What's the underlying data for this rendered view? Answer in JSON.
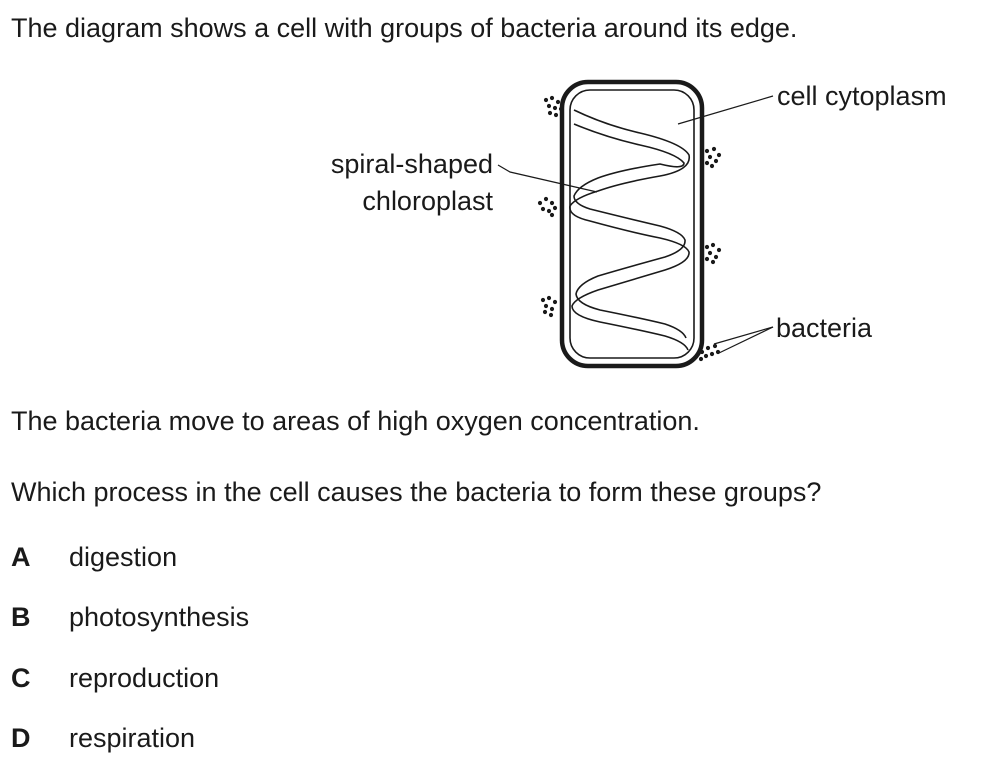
{
  "question": {
    "intro": "The diagram shows a cell with groups of bacteria around its edge.",
    "statement": "The bacteria move to areas of high oxygen concentration.",
    "prompt": "Which process in the cell causes the bacteria to form these groups?",
    "options": [
      {
        "letter": "A",
        "text": "digestion"
      },
      {
        "letter": "B",
        "text": "photosynthesis"
      },
      {
        "letter": "C",
        "text": "reproduction"
      },
      {
        "letter": "D",
        "text": "respiration"
      }
    ]
  },
  "diagram": {
    "labels": {
      "cytoplasm": "cell cytoplasm",
      "chloroplast_line1": "spiral-shaped",
      "chloroplast_line2": "chloroplast",
      "bacteria": "bacteria"
    }
  }
}
